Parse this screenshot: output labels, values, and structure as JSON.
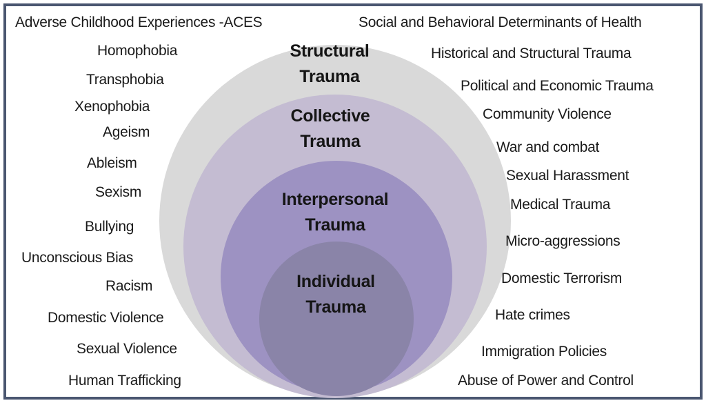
{
  "diagram": {
    "type": "nested-circles",
    "colors": {
      "border": "#4a5670",
      "structural": "#d9d9d9",
      "collective": "#c4bcd2",
      "interpersonal": "#9d92c2",
      "individual": "#8a84a8",
      "text": "#151515"
    },
    "rings": [
      {
        "id": "structural",
        "line1": "Structural",
        "line2": "Trauma"
      },
      {
        "id": "collective",
        "line1": "Collective",
        "line2": "Trauma"
      },
      {
        "id": "interpersonal",
        "line1": "Interpersonal",
        "line2": "Trauma"
      },
      {
        "id": "individual",
        "line1": "Individual",
        "line2": "Trauma"
      }
    ],
    "left_labels": [
      "Adverse Childhood Experiences -ACES",
      "Homophobia",
      "Transphobia",
      "Xenophobia",
      "Ageism",
      "Ableism",
      "Sexism",
      "Bullying",
      "Unconscious Bias",
      "Racism",
      "Domestic Violence",
      "Sexual Violence",
      "Human Trafficking"
    ],
    "right_labels": [
      "Social and Behavioral Determinants of Health",
      "Historical and Structural Trauma",
      "Political and Economic Trauma",
      "Community Violence",
      "War and combat",
      "Sexual Harassment",
      "Medical Trauma",
      "Micro-aggressions",
      "Domestic Terrorism",
      "Hate crimes",
      "Immigration Policies",
      "Abuse of Power and Control"
    ]
  }
}
